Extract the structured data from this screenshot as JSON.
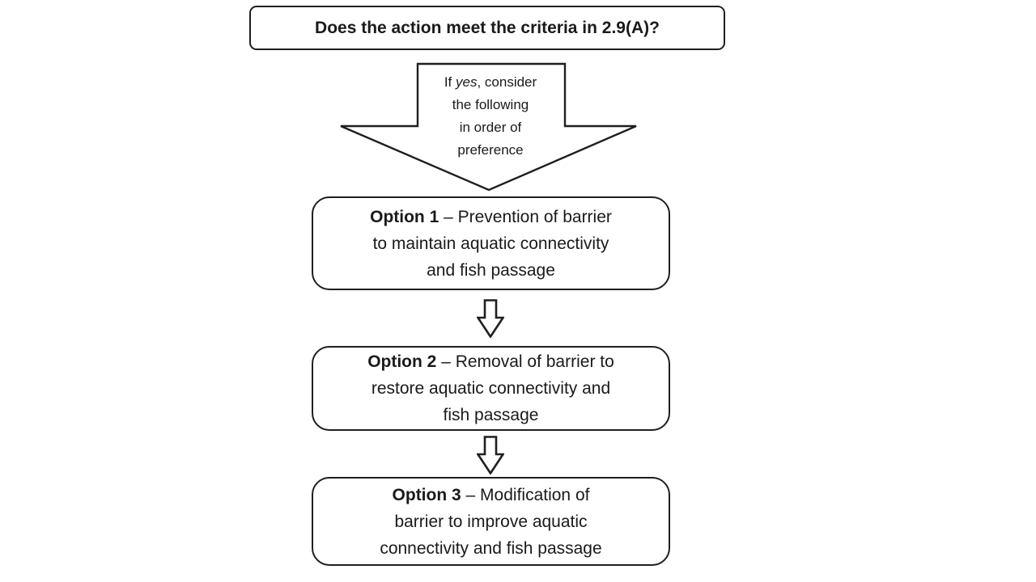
{
  "diagram": {
    "colors": {
      "background": "#ffffff",
      "stroke": "#1f1f1f",
      "text": "#1a1a1a"
    },
    "top_box": {
      "text": "Does the action meet the criteria in 2.9(A)?"
    },
    "big_arrow": {
      "line1_prefix": "If ",
      "line1_italic": "yes",
      "line1_suffix": ", consider",
      "line2": "the following",
      "line3": "in order of",
      "line4": "preference"
    },
    "options": [
      {
        "bold": "Option 1",
        "line1_rest": " – Prevention of barrier",
        "line2": "to maintain aquatic connectivity",
        "line3": "and fish passage"
      },
      {
        "bold": "Option 2",
        "line1_rest": " – Removal of barrier to",
        "line2": "restore aquatic connectivity and",
        "line3": "fish passage"
      },
      {
        "bold": "Option 3",
        "line1_rest": " – Modification of",
        "line2": "barrier to improve aquatic",
        "line3": "connectivity and fish passage"
      }
    ]
  }
}
